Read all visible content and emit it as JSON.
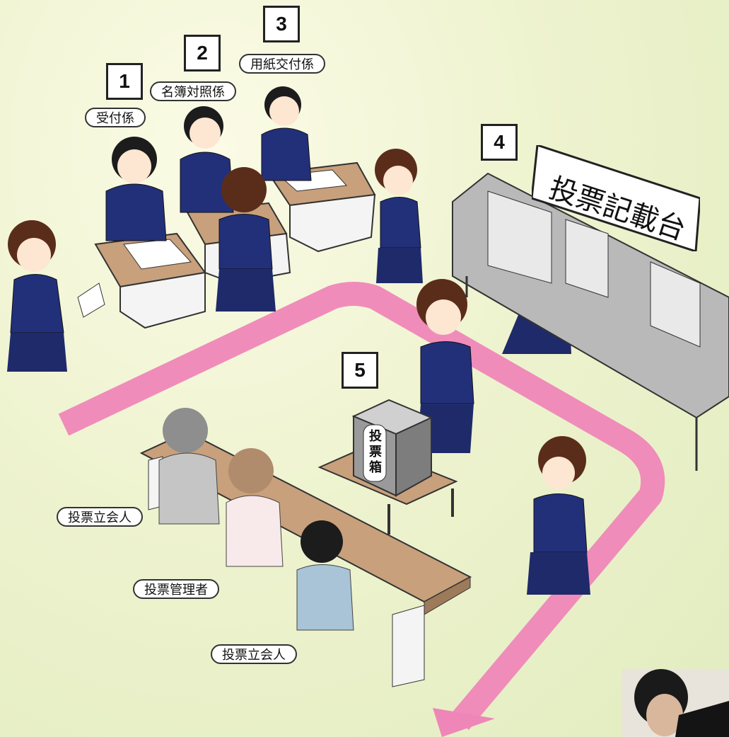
{
  "steps": [
    {
      "number": "1",
      "label": "受付係"
    },
    {
      "number": "2",
      "label": "名簿対照係"
    },
    {
      "number": "3",
      "label": "用紙交付係"
    },
    {
      "number": "4",
      "label": "投票記載台"
    },
    {
      "number": "5",
      "label": "投票箱"
    }
  ],
  "officials": {
    "witness_top": "投票立会人",
    "manager": "投票管理者",
    "witness_bottom": "投票立会人"
  },
  "colors": {
    "path": "#ef86b8",
    "uniform": "#22307a",
    "desk_top": "#c8a07c",
    "booth": "#b9b9b9"
  }
}
